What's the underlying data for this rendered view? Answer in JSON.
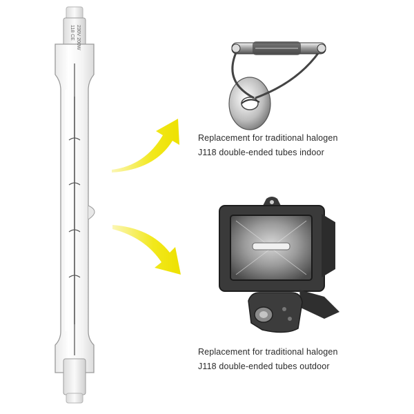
{
  "tube": {
    "markings": [
      "118 CE",
      "230V 200W"
    ]
  },
  "indoor": {
    "caption_line1": "Replacement for traditional halogen",
    "caption_line2": "J118 double-ended tubes indoor"
  },
  "outdoor": {
    "caption_line1": "Replacement for traditional halogen",
    "caption_line2": "J118 double-ended tubes outdoor"
  },
  "colors": {
    "arrow": "#f2e81c",
    "glass_outline": "#9a9a9a",
    "fixture_dark": "#3a3a3a",
    "caption_text": "#2a2a2a"
  }
}
